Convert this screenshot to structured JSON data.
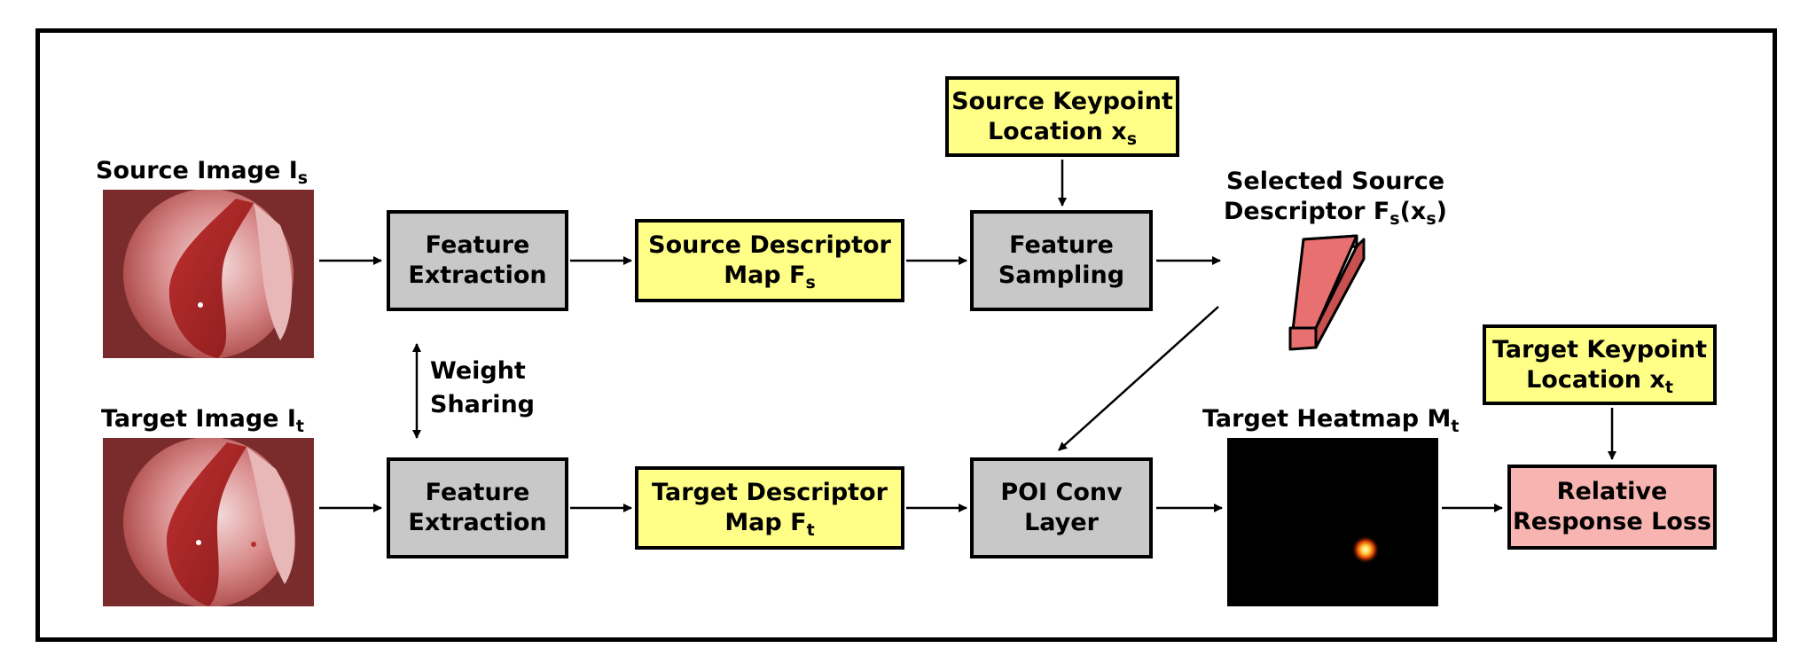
{
  "source_image": {
    "label": "Source Image I",
    "sub": "s"
  },
  "target_image": {
    "label": "Target Image I",
    "sub": "t"
  },
  "feature_extraction_top": {
    "line1": "Feature",
    "line2": "Extraction"
  },
  "feature_extraction_bottom": {
    "line1": "Feature",
    "line2": "Extraction"
  },
  "weight_sharing": {
    "line1": "Weight",
    "line2": "Sharing"
  },
  "source_descriptor_map": {
    "line1": "Source Descriptor",
    "line2": "Map F",
    "sub": "s"
  },
  "target_descriptor_map": {
    "line1": "Target Descriptor",
    "line2": "Map F",
    "sub": "t"
  },
  "source_keypoint": {
    "line1": "Source Keypoint",
    "line2": "Location x",
    "sub": "s"
  },
  "target_keypoint": {
    "line1": "Target Keypoint",
    "line2": "Location x",
    "sub": "t"
  },
  "feature_sampling": {
    "line1": "Feature",
    "line2": "Sampling"
  },
  "poi_conv": {
    "line1": "POI Conv",
    "line2": "Layer"
  },
  "selected_descriptor": {
    "line1": "Selected Source",
    "line2a": "Descriptor F",
    "sub1": "s",
    "line2b": "(x",
    "sub2": "s",
    "line2c": ")"
  },
  "target_heatmap": {
    "label": "Target Heatmap M",
    "sub": "t"
  },
  "relative_loss": {
    "line1": "Relative",
    "line2": "Response Loss"
  },
  "colors": {
    "gray_box": "#c8c8c8",
    "yellow_box": "#ffff88",
    "pink_box": "#f8b4b0",
    "descriptor_bar": "#e87070"
  }
}
